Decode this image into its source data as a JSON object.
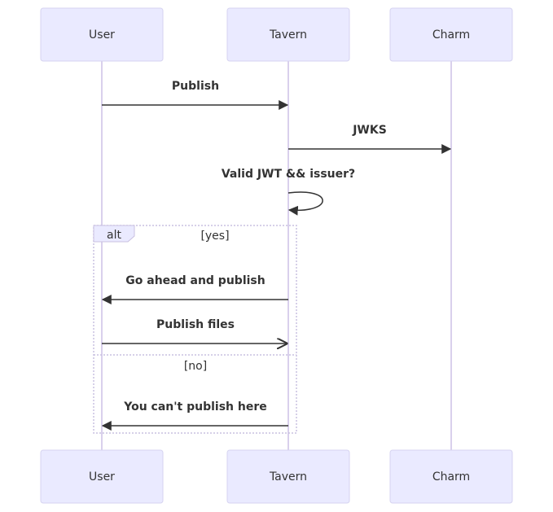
{
  "actors": {
    "user": "User",
    "tavern": "Tavern",
    "charm": "Charm"
  },
  "messages": {
    "publish": "Publish",
    "jwks": "JWKS",
    "valid_jwt": "Valid JWT && issuer?",
    "go_ahead": "Go ahead and publish",
    "publish_files": "Publish files",
    "cant_publish": "You can't publish here"
  },
  "frame": {
    "label": "alt",
    "condition_yes": "[yes]",
    "condition_no": "[no]"
  }
}
